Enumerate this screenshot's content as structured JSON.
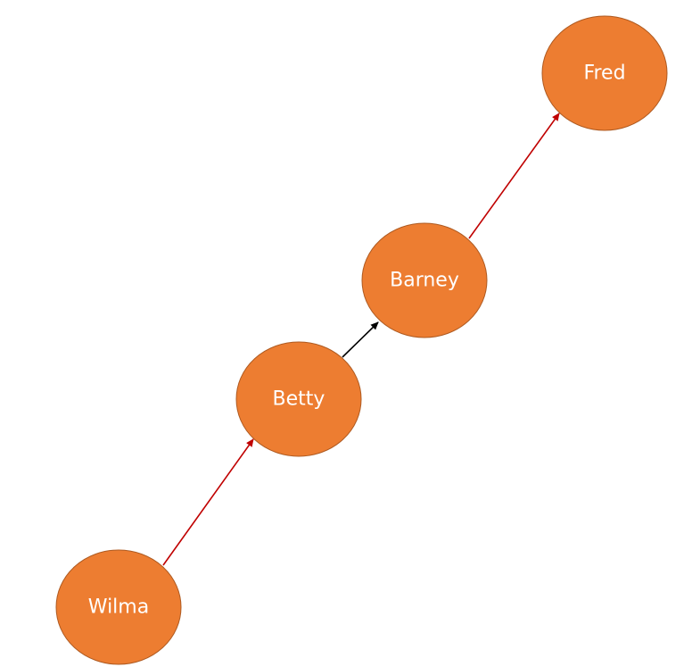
{
  "colors": {
    "node_fill": "#ED7D31",
    "node_stroke": "#AE5A21",
    "label": "#FFFFFF",
    "edge_red": "#C00000",
    "edge_black": "#000000"
  },
  "nodes": [
    {
      "id": "fred",
      "label": "Fred"
    },
    {
      "id": "barney",
      "label": "Barney"
    },
    {
      "id": "betty",
      "label": "Betty"
    },
    {
      "id": "wilma",
      "label": "Wilma"
    }
  ],
  "edges": [
    {
      "from": "wilma",
      "to": "betty",
      "color": "#C00000"
    },
    {
      "from": "betty",
      "to": "barney",
      "color": "#000000"
    },
    {
      "from": "barney",
      "to": "fred",
      "color": "#C00000"
    }
  ]
}
